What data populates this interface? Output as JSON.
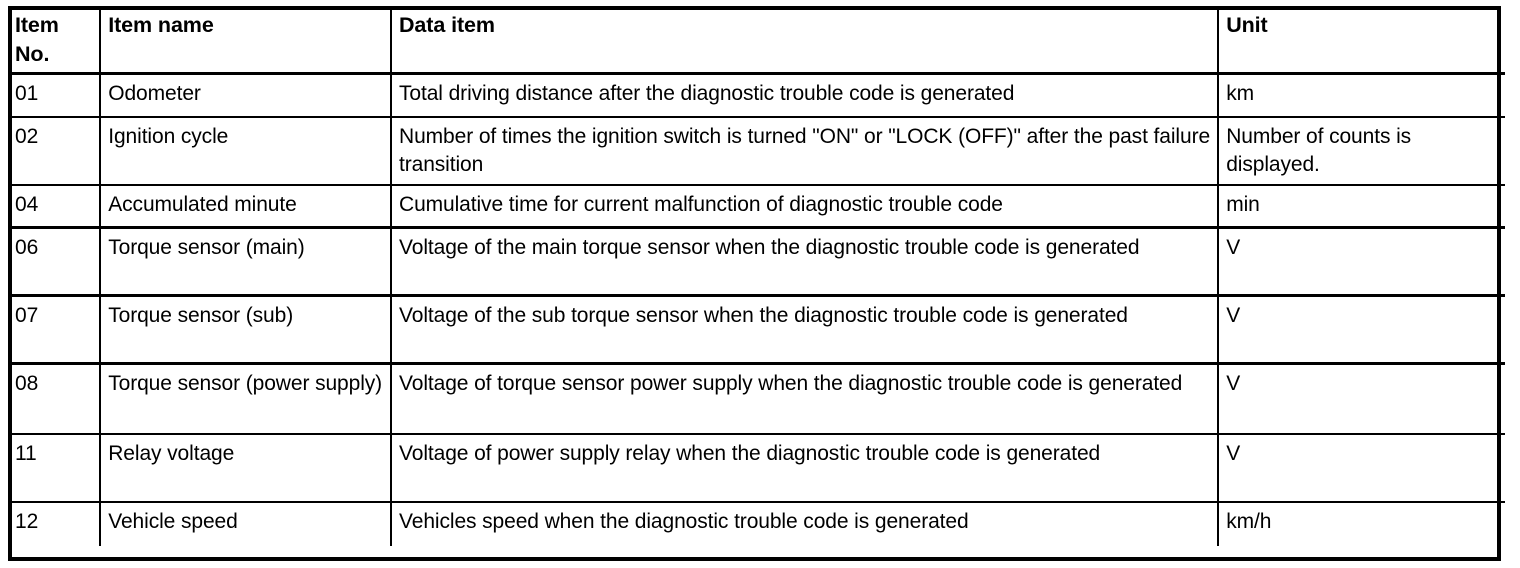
{
  "table": {
    "name": "dtc-freeze-frame-data-items",
    "columns": [
      {
        "key": "no",
        "label": "Item\nNo."
      },
      {
        "key": "name",
        "label": "Item name"
      },
      {
        "key": "data",
        "label": "Data item"
      },
      {
        "key": "unit",
        "label": "Unit"
      }
    ],
    "rows": [
      {
        "no": "01",
        "name": "Odometer",
        "data": "Total driving distance after the diagnostic trouble code is generated",
        "unit": "km"
      },
      {
        "no": "02",
        "name": "Ignition cycle",
        "data": "Number of times the ignition switch is turned \"ON\" or \"LOCK (OFF)\" after the past failure transition",
        "unit": "Number of counts is displayed."
      },
      {
        "no": "04",
        "name": "Accumulated minute",
        "data": "Cumulative time for current malfunction of diagnostic trouble code",
        "unit": "min"
      },
      {
        "no": "06",
        "name": "Torque sensor (main)",
        "data": "Voltage of the main torque sensor when the diagnostic trouble code is generated",
        "unit": "V"
      },
      {
        "no": "07",
        "name": "Torque sensor (sub)",
        "data": "Voltage of the sub torque sensor when the diagnostic trouble code is generated",
        "unit": "V"
      },
      {
        "no": "08",
        "name": "Torque sensor (power supply)",
        "data": "Voltage of torque sensor power supply when the diagnostic trouble code is generated",
        "unit": "V"
      },
      {
        "no": "11",
        "name": "Relay voltage",
        "data": "Voltage of power supply relay when the diagnostic trouble code is generated",
        "unit": "V"
      },
      {
        "no": "12",
        "name": "Vehicle speed",
        "data": "Vehicles speed when the diagnostic trouble code is generated",
        "unit": "km/h"
      }
    ]
  },
  "style": {
    "border_color": "#000000",
    "background_color": "#ffffff",
    "text_color": "#000000"
  }
}
